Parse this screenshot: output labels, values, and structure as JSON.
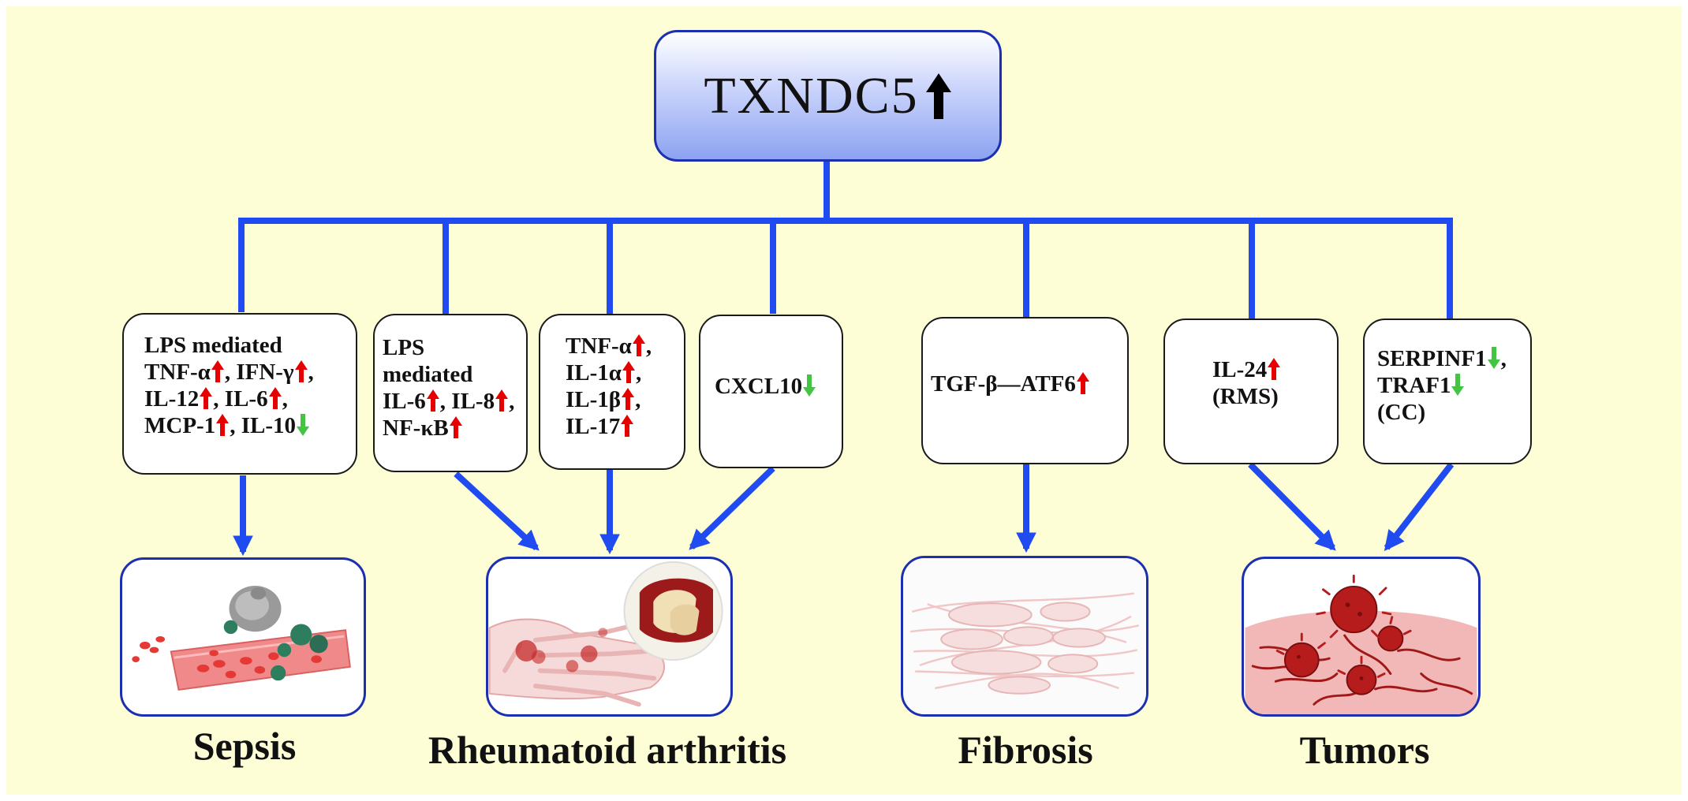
{
  "root": {
    "label": "TXNDC5",
    "direction": "up"
  },
  "mediators": [
    {
      "id": "sepsis-mediators",
      "lines": [
        [
          {
            "t": "LPS mediated"
          }
        ],
        [
          {
            "t": "TNF-α"
          },
          {
            "a": "up"
          },
          {
            "t": ", IFN-γ"
          },
          {
            "a": "up"
          },
          {
            "t": ","
          }
        ],
        [
          {
            "t": "IL-12"
          },
          {
            "a": "up"
          },
          {
            "t": ", IL-6"
          },
          {
            "a": "up"
          },
          {
            "t": ","
          }
        ],
        [
          {
            "t": "MCP-1"
          },
          {
            "a": "up"
          },
          {
            "t": ", IL-10"
          },
          {
            "a": "down"
          }
        ]
      ]
    },
    {
      "id": "ra-lps-mediators",
      "lines": [
        [
          {
            "t": "LPS"
          }
        ],
        [
          {
            "t": "mediated"
          }
        ],
        [
          {
            "t": "IL-6"
          },
          {
            "a": "up"
          },
          {
            "t": ", IL-8"
          },
          {
            "a": "up"
          },
          {
            "t": ","
          }
        ],
        [
          {
            "t": "NF-κB"
          },
          {
            "a": "up"
          }
        ]
      ]
    },
    {
      "id": "ra-cytokines",
      "lines": [
        [
          {
            "t": "TNF-α"
          },
          {
            "a": "up"
          },
          {
            "t": ","
          }
        ],
        [
          {
            "t": "IL-1α"
          },
          {
            "a": "up"
          },
          {
            "t": ","
          }
        ],
        [
          {
            "t": "IL-1β"
          },
          {
            "a": "up"
          },
          {
            "t": ","
          }
        ],
        [
          {
            "t": "IL-17"
          },
          {
            "a": "up"
          }
        ]
      ]
    },
    {
      "id": "ra-cxcl10",
      "lines": [
        [
          {
            "t": "CXCL10"
          },
          {
            "a": "down"
          }
        ]
      ]
    },
    {
      "id": "fibrosis-mediators",
      "lines": [
        [
          {
            "t": "TGF-β—ATF6"
          },
          {
            "a": "up"
          }
        ]
      ]
    },
    {
      "id": "tumor-il24",
      "lines": [
        [
          {
            "t": "IL-24"
          },
          {
            "a": "up"
          }
        ],
        [
          {
            "t": "(RMS)"
          }
        ]
      ]
    },
    {
      "id": "tumor-serpinf1",
      "lines": [
        [
          {
            "t": "SERPINF1"
          },
          {
            "a": "down"
          },
          {
            "t": ","
          }
        ],
        [
          {
            "t": "TRAF1"
          },
          {
            "a": "down"
          }
        ],
        [
          {
            "t": "(CC)"
          }
        ]
      ]
    }
  ],
  "diseases": [
    {
      "id": "sepsis",
      "label": "Sepsis"
    },
    {
      "id": "rheumatoid-arthritis",
      "label": "Rheumatoid arthritis"
    },
    {
      "id": "fibrosis",
      "label": "Fibrosis"
    },
    {
      "id": "tumors",
      "label": "Tumors"
    }
  ],
  "colors": {
    "connector": "#1f4bf0",
    "up_arrow": "#e60000",
    "down_arrow": "#43c443",
    "background": "#fdfdd6",
    "border": "#1c2fb0"
  }
}
